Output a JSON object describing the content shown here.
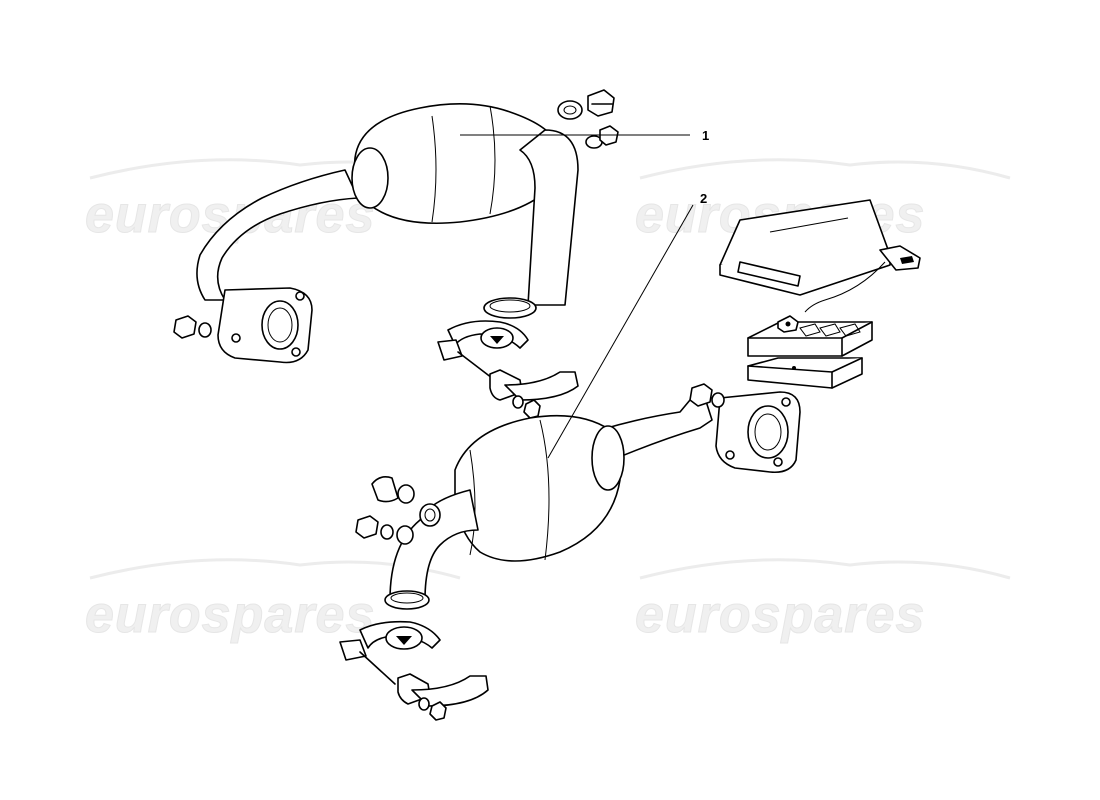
{
  "watermark": {
    "text": "eurospares"
  },
  "callouts": [
    {
      "id": "1",
      "label": "1"
    },
    {
      "id": "2",
      "label": "2"
    }
  ]
}
